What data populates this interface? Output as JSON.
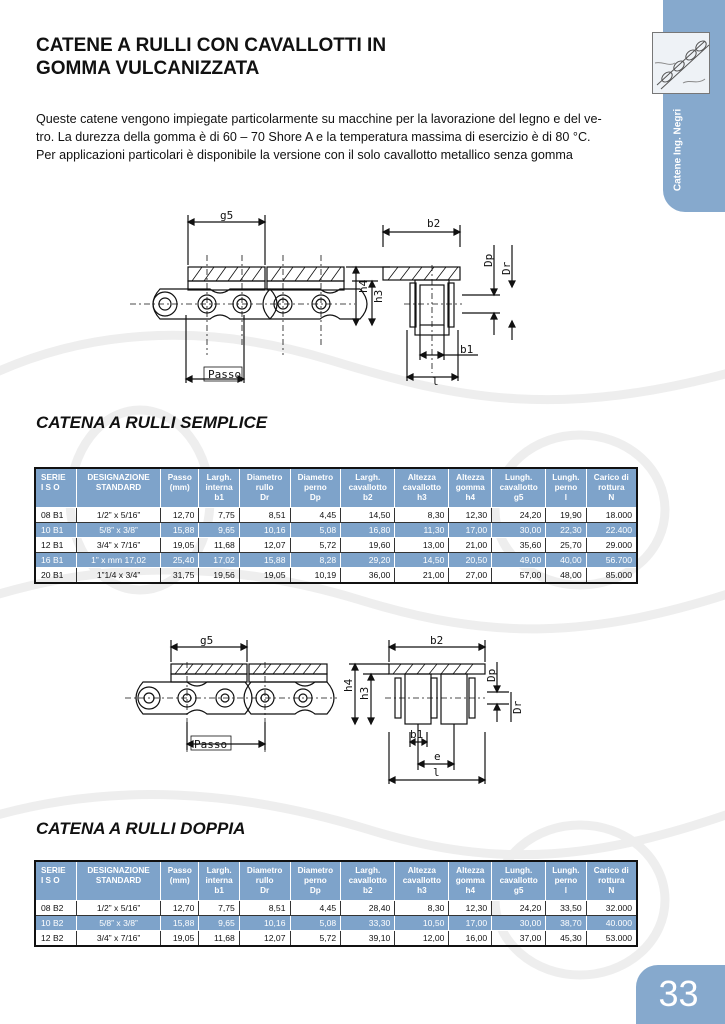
{
  "header": {
    "title_line1": "CATENE A RULLI CON CAVALLOTTI IN",
    "title_line2": "GOMMA VULCANIZZATA"
  },
  "intro": {
    "line1": "Queste catene vengono impiegate particolarmente su macchine per la lavorazione del legno e del ve-",
    "line2": "tro. La durezza della gomma è di 60 – 70 Shore A e la temperatura massima di esercizio è di 80 °C.",
    "line3": "Per applicazioni particolari è disponibile la versione con il solo cavallotto metallico senza gomma"
  },
  "side_tab": {
    "label": "Catene Ing. Negri"
  },
  "page_number": "33",
  "diagram1": {
    "g5": "g5",
    "b2": "b2",
    "h4": "h4",
    "h3": "h3",
    "dp": "Dp",
    "dr": "Dr",
    "b1": "b1",
    "passo": "Passo",
    "l": "l"
  },
  "diagram2": {
    "g5": "g5",
    "b2": "b2",
    "h4": "h4",
    "h3": "h3",
    "dp": "Dp",
    "dr": "Dr",
    "b1": "b1",
    "passo": "Passo",
    "e": "e",
    "l": "l"
  },
  "table_headers": [
    [
      "SERIE",
      "I S O"
    ],
    [
      "DESIGNAZIONE",
      "STANDARD"
    ],
    [
      "Passo",
      "(mm)"
    ],
    [
      "Largh.",
      "interna",
      "b1"
    ],
    [
      "Diametro",
      "rullo",
      "Dr"
    ],
    [
      "Diametro",
      "perno",
      "Dp"
    ],
    [
      "Largh.",
      "cavallotto",
      "b2"
    ],
    [
      "Altezza",
      "cavallotto",
      "h3"
    ],
    [
      "Altezza",
      "gomma",
      "h4"
    ],
    [
      "Lungh.",
      "cavallotto",
      "g5"
    ],
    [
      "Lungh.",
      "perno",
      "l"
    ],
    [
      "Carico di",
      "rottura",
      "N"
    ]
  ],
  "section_simple": {
    "title": "CATENA A RULLI SEMPLICE",
    "rows": [
      [
        "08 B1",
        "1/2” x 5/16”",
        "12,70",
        "7,75",
        "8,51",
        "4,45",
        "14,50",
        "8,30",
        "12,30",
        "24,20",
        "19,90",
        "18.000"
      ],
      [
        "10 B1",
        "5/8” x 3/8”",
        "15,88",
        "9,65",
        "10,16",
        "5,08",
        "16,80",
        "11,30",
        "17,00",
        "30,00",
        "22,30",
        "22.400"
      ],
      [
        "12 B1",
        "3/4” x 7/16”",
        "19,05",
        "11,68",
        "12,07",
        "5,72",
        "19,60",
        "13,00",
        "21,00",
        "35,60",
        "25,70",
        "29.000"
      ],
      [
        "16 B1",
        "1” x mm 17,02",
        "25,40",
        "17,02",
        "15,88",
        "8,28",
        "29,20",
        "14,50",
        "20,50",
        "49,00",
        "40,00",
        "56.700"
      ],
      [
        "20 B1",
        "1”1/4 x 3/4”",
        "31,75",
        "19,56",
        "19,05",
        "10,19",
        "36,00",
        "21,00",
        "27,00",
        "57,00",
        "48,00",
        "85.000"
      ]
    ]
  },
  "section_double": {
    "title": "CATENA A RULLI DOPPIA",
    "rows": [
      [
        "08 B2",
        "1/2” x 5/16”",
        "12,70",
        "7,75",
        "8,51",
        "4,45",
        "28,40",
        "8,30",
        "12,30",
        "24,20",
        "33,50",
        "32.000"
      ],
      [
        "10 B2",
        "5/8” x 3/8”",
        "15,88",
        "9,65",
        "10,16",
        "5,08",
        "33,30",
        "10,50",
        "17,00",
        "30,00",
        "38,70",
        "40.000"
      ],
      [
        "12 B2",
        "3/4” x 7/16”",
        "19,05",
        "11,68",
        "12,07",
        "5,72",
        "39,10",
        "12,00",
        "16,00",
        "37,00",
        "45,30",
        "53.000"
      ]
    ]
  },
  "colors": {
    "accent": "#86a9cd",
    "table_header": "#7ea3ca",
    "text": "#111111"
  }
}
